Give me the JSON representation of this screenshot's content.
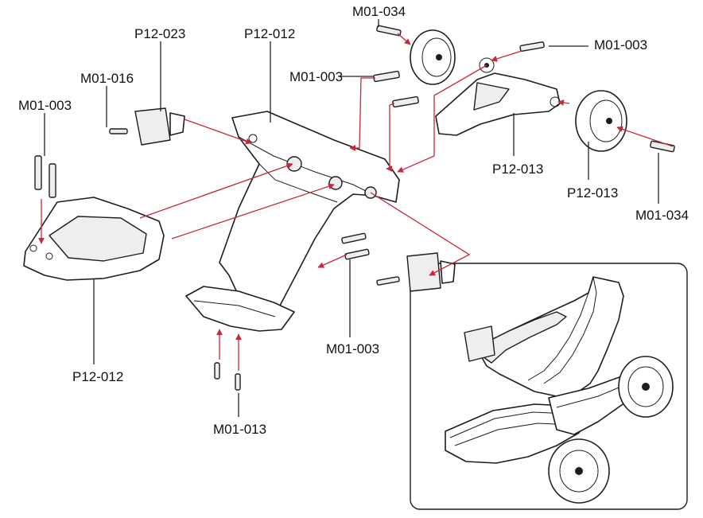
{
  "labels": {
    "m01_034_top": "M01-034",
    "p12_023": "P12-023",
    "p12_012_top": "P12-012",
    "m01_003_right": "M01-003",
    "m01_016": "M01-016",
    "m01_003_mid": "M01-003",
    "m01_003_left": "M01-003",
    "p12_013_center": "P12-013",
    "p12_013_wheel": "P12-013",
    "m01_034_right": "M01-034",
    "m01_003_lower": "M01-003",
    "p12_012_bottom": "P12-012",
    "m01_013": "M01-013"
  },
  "colors": {
    "line": "#1d1d1d",
    "arrow": "#c8283a",
    "fill": "#ffffff",
    "shade": "#eeeeee"
  }
}
